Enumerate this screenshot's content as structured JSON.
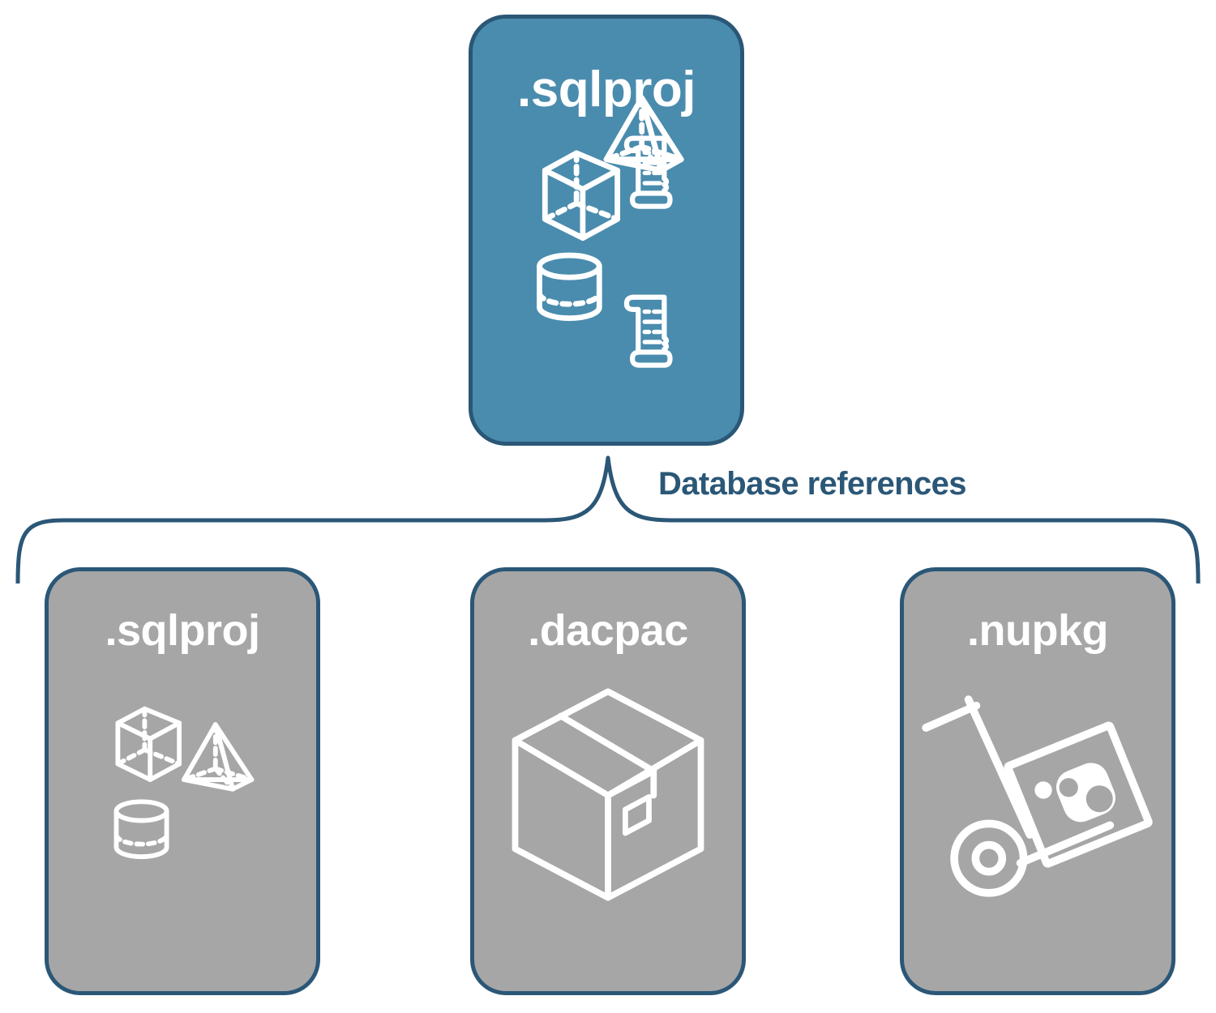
{
  "diagram": {
    "type": "hierarchy",
    "title_text": "",
    "colors": {
      "parent_fill": "#4a8cae",
      "child_fill": "#a6a6a6",
      "stroke": "#2b5777",
      "icon": "#ffffff",
      "background": "#ffffff"
    },
    "connector": {
      "label": "Database references",
      "shape": "curly-brace",
      "orientation": "down"
    },
    "parent": {
      "label": ".sqlproj",
      "icons": [
        "cube-wireframe-icon",
        "pyramid-wireframe-icon",
        "cylinder-wireframe-icon",
        "script-scroll-icon",
        "script-scroll-icon"
      ]
    },
    "children": [
      {
        "label": ".sqlproj",
        "icons": [
          "cube-wireframe-icon",
          "pyramid-wireframe-icon",
          "cylinder-wireframe-icon"
        ]
      },
      {
        "label": ".dacpac",
        "icons": [
          "shipping-box-icon"
        ]
      },
      {
        "label": ".nupkg",
        "icons": [
          "hand-truck-icon",
          "nuget-package-icon"
        ]
      }
    ]
  }
}
